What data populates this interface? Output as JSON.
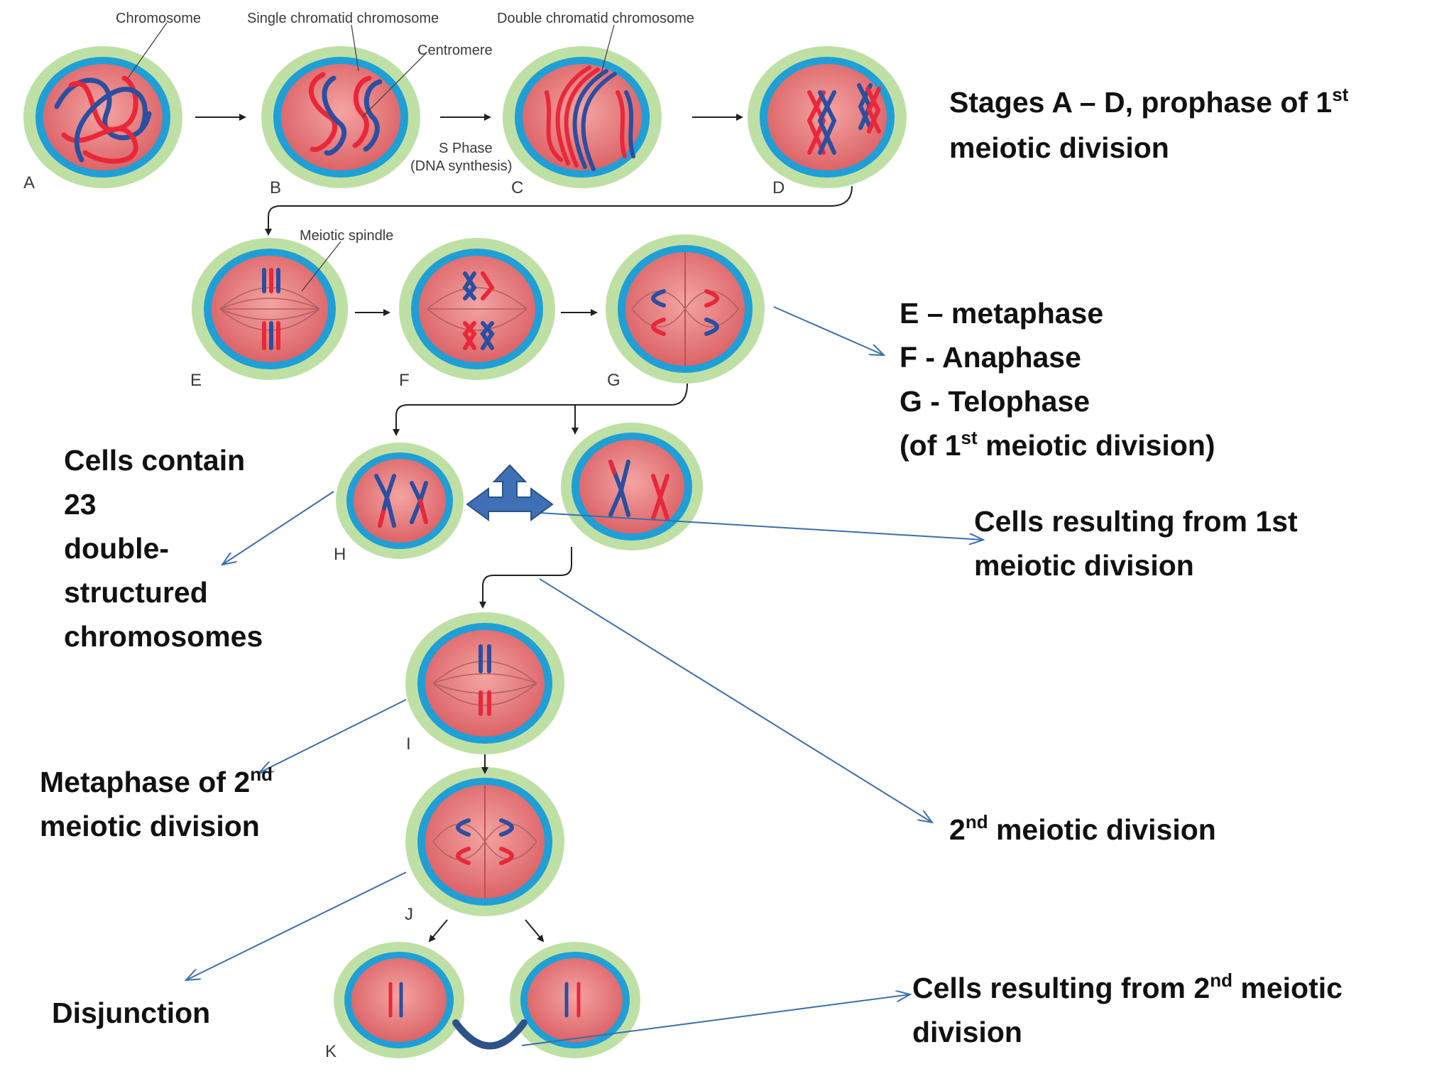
{
  "colors": {
    "membrane_outer": "#bfe0a5",
    "membrane_ring": "#1f9fd6",
    "cytoplasm": "#e8767a",
    "chromosome_red": "#e8283a",
    "chromosome_blue": "#2b4fa0",
    "arrow_blue": "#3a6fb0"
  },
  "labels": {
    "chromosome": "Chromosome",
    "single": "Single chromatid chromosome",
    "double": "Double chromatid chromosome",
    "centromere": "Centromere",
    "s_phase": "S Phase",
    "dna_synthesis": "(DNA synthesis)",
    "meiotic_spindle": "Meiotic spindle"
  },
  "letters": {
    "a": "A",
    "b": "B",
    "c": "C",
    "d": "D",
    "e": "E",
    "f": "F",
    "g": "G",
    "h": "H",
    "i": "I",
    "j": "J",
    "k": "K"
  },
  "annotations": {
    "stages": {
      "l1": "Stages  A – D, prophase of 1",
      "l1_sup": "st",
      "l2": "meiotic division"
    },
    "phases": {
      "l1": "E – metaphase",
      "l2": "F  -  Anaphase",
      "l3": "G -  Telophase",
      "l4a": "(of 1",
      "l4_sup": "st",
      "l4b": " meiotic division)"
    },
    "cells23": {
      "l1": "Cells contain",
      "l2": "23",
      "l3": "double-",
      "l4": "structured",
      "l5": "chromosomes"
    },
    "first_result": {
      "l1": "Cells resulting  from 1st",
      "l2": "meiotic division"
    },
    "metaphase2": {
      "l1": "Metaphase of 2",
      "l1_sup": "nd",
      "l2": "meiotic division"
    },
    "second_div": {
      "l1a": "2",
      "l1_sup": "nd",
      "l1b": " meiotic division"
    },
    "disjunction": {
      "l1": "Disjunction"
    },
    "second_result": {
      "l1": "Cells resulting from 2",
      "l1_sup": "nd",
      "l1b": " meiotic",
      "l2": "division"
    }
  }
}
